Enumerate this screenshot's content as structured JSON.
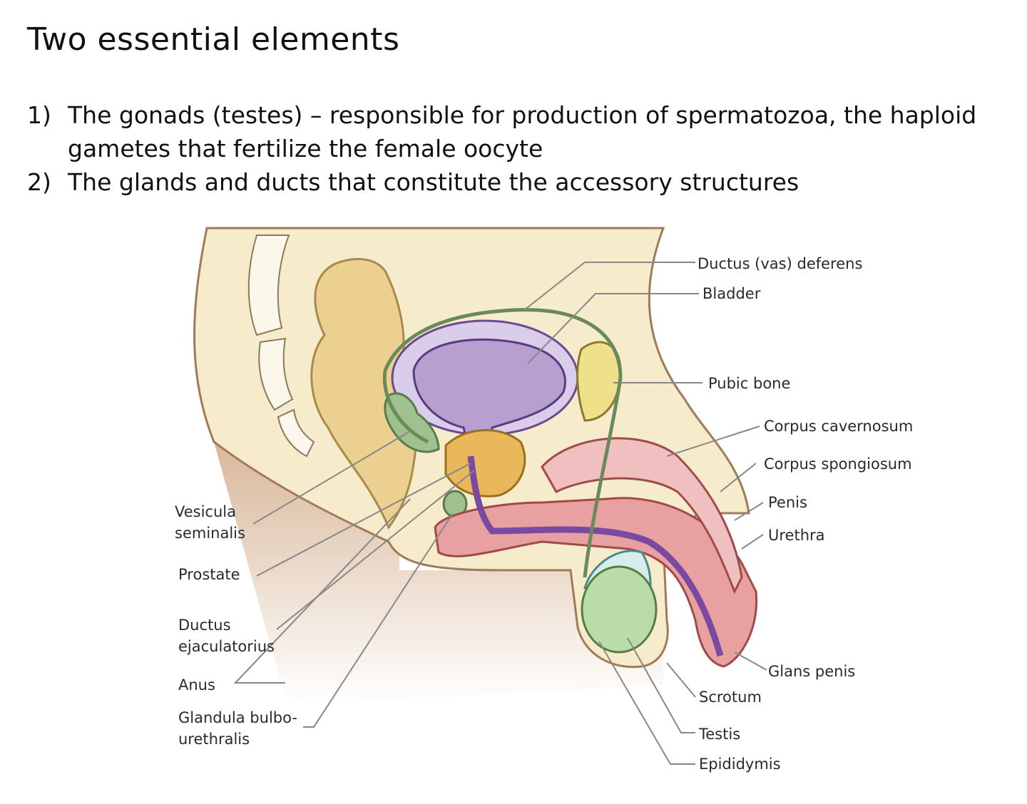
{
  "heading": "Two essential elements",
  "points": [
    {
      "num": "1)",
      "text": "The gonads (testes) – responsible for production of spermatozoa, the haploid gametes that fertilize the female oocyte"
    },
    {
      "num": "2)",
      "text": "The glands and ducts that constitute the accessory structures"
    }
  ],
  "labels": {
    "ductus_deferens": "Ductus (vas) deferens",
    "bladder": "Bladder",
    "pubic_bone": "Pubic bone",
    "corpus_cavernosum": "Corpus cavernosum",
    "corpus_spongiosum": "Corpus spongiosum",
    "penis": "Penis",
    "urethra": "Urethra",
    "glans_penis": "Glans penis",
    "scrotum": "Scrotum",
    "testis": "Testis",
    "epididymis": "Epididymis",
    "vesicula_1": "Vesicula",
    "vesicula_2": "seminalis",
    "prostate": "Prostate",
    "ductus_ejac_1": "Ductus",
    "ductus_ejac_2": "ejaculatorius",
    "anus": "Anus",
    "glandula_1": "Glandula bulbo-",
    "glandula_2": "urethralis"
  },
  "colors": {
    "skin": "#f6eccb",
    "skin_shadow": "#d8b898",
    "bladder": "#b7a0d0",
    "prostate": "#e8b85a",
    "seminal_vesicle": "#9fc08f",
    "penis_tissue": "#e8a0a0",
    "testis": "#b9dca8",
    "rectum": "#ecd090",
    "pubic_bone": "#efe08a"
  }
}
